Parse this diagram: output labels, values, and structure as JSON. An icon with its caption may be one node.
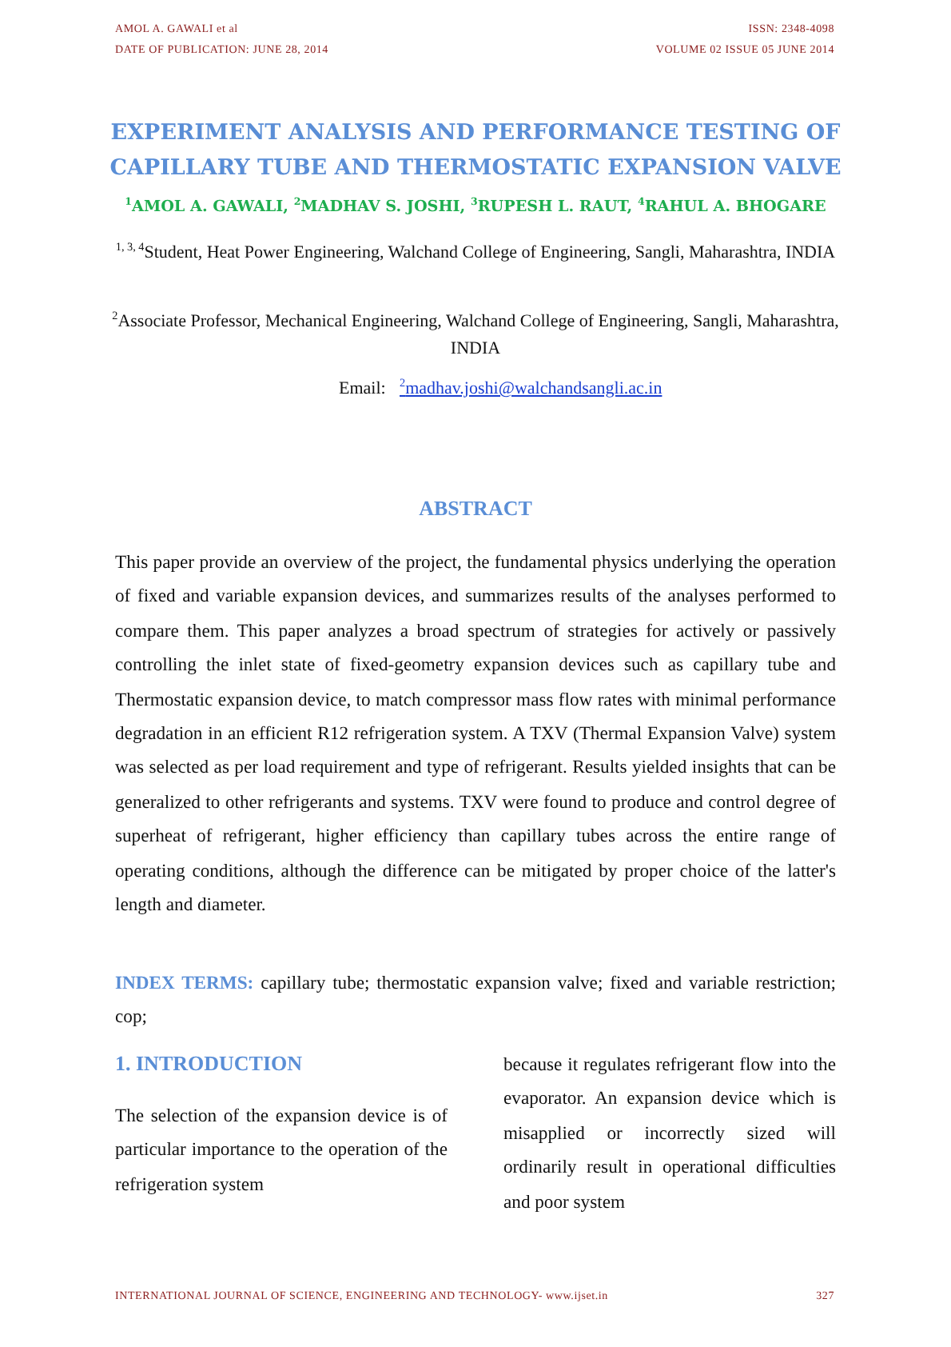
{
  "diagram": {
    "title": "EXPERIMENT ANALYSIS AND PERFORMANCE TESTING OF CAPILLARY TUBE AND THERMOSTATIC EXPANSION VALVE",
    "labels": [
      "AMOL A. GAWALI et al",
      "ISSN: 2348-4098",
      "DATE OF PUBLICATION: JUNE 28, 2014",
      "VOLUME 02 ISSUE 05 JUNE 2014",
      "$^{1}$AMOL A. GAWALI, $^{2}$MADHAV S. JOSHI, $^{3}$RUPESH L. RAUT, $^{4}$RAHUL A. BHOGARE",
      "$^{1, 3, 4}$Student, Heat Power Engineering, Walchand College of Engineering, Sangli, Maharashtra, INDIA",
      "$^{2}$Associate Professor, Mechanical Engineering, Walchand College of Engineering, Sangli, Maharashtra, INDIA",
      "Email:",
      "$^{2}$madhav.joshi@walchandsangli.ac.in",
      "ABSTRACT",
      "This paper provide an overview of the project, the fundamental physics underlying the operation of fixed and variable expansion devices, and summarizes results of the analyses performed to compare them. This paper analyzes a broad spectrum of strategies for actively or passively controlling the inlet state of fixed-geometry expansion devices such as capillary tube and Thermostatic expansion device, to match compressor mass flow rates with minimal performance degradation in an efficient R12 refrigeration system. A TXV (Thermal Expansion Valve) system was selected as per load requirement and type of refrigerant. Results yielded insights that can be generalized to other refrigerants and systems. TXV were found to produce and control degree of superheat of refrigerant, higher efficiency than capillary tubes across the entire range of operating conditions, although the difference can be mitigated by proper choice of the latter's length and diameter.",
      "**INDEX TERMS:** capillary tube; thermostatic expansion valve; fixed and variable restriction; cop;",
      "1.  INTRODUCTION",
      "The selection of the expansion device is of particular importance to the operation of the refrigeration system",
      "because it regulates refrigerant flow into the evaporator. An expansion device which is misapplied or incorrectly sized will ordinarily result in operational difficulties and poor system",
      "INTERNATIONAL JOURNAL OF SCIENCE, ENGINEERING AND TECHNOLOGY- www.ijset.in",
      "327"
    ]
  }
}
